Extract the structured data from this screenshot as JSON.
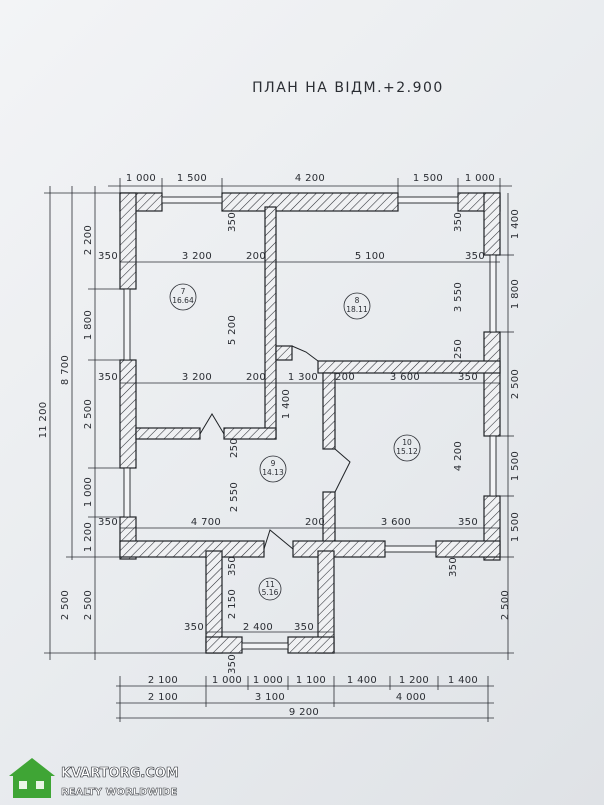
{
  "title": "ПЛАН НА ВІДМ.+2.900",
  "rooms": [
    {
      "number": "7",
      "area": "16.64"
    },
    {
      "number": "8",
      "area": "18.11"
    },
    {
      "number": "9",
      "area": "14.13"
    },
    {
      "number": "10",
      "area": "15.12"
    },
    {
      "number": "11",
      "area": "5.16"
    }
  ],
  "dims": {
    "top": [
      "1 000",
      "1 500",
      "4 200",
      "1 500",
      "1 000"
    ],
    "left_outer": "11 200",
    "left_mid": "8 700",
    "left_inner": [
      "2 200",
      "1 800",
      "2 500",
      "1 000",
      "1 200",
      "2 500"
    ],
    "left_bottom": "2 500",
    "right": [
      "1 400",
      "1 800",
      "2 500",
      "1 500",
      "1 500",
      "2 500"
    ],
    "bottom_row1": [
      "2 100",
      "1 000",
      "1 000",
      "1 100",
      "1 400",
      "1 200",
      "1 400"
    ],
    "bottom_row2": [
      "2 100",
      "3 100",
      "4 000"
    ],
    "bottom_total": "9 200",
    "inner": {
      "r1_left_wall": "350",
      "r1_width": "3 200",
      "r1_mid_wall": "200",
      "r1_right_width": "5 100",
      "r1_right_wall": "350",
      "r1_top_wall": "350",
      "room7_depth": "5 200",
      "room8_depth": "3 550",
      "room8_wall": "250",
      "r2_left_wall": "350",
      "r2_width": "3 200",
      "r2_mid_wall": "200",
      "r2_corr": "1 300",
      "r2_mid_wall2": "200",
      "r2_right_width": "3 600",
      "r2_right_wall": "350",
      "corr_depth": "1 400",
      "hall_wall": "250",
      "hall_depth": "2 550",
      "room10_depth": "4 200",
      "r3_left_wall": "350",
      "r3_width": "4 700",
      "r3_mid_wall": "200",
      "r3_right_width": "3 600",
      "r3_right_wall": "350",
      "r3_bottom_wall": "350",
      "porch_wall": "350",
      "porch_depth": "2 150",
      "porch_left_wall": "350",
      "porch_width": "2 400",
      "porch_right_wall": "350",
      "porch_bottom_wall": "350"
    }
  },
  "watermark": {
    "line1": "KVARTORG.COM",
    "line2": "REALTY WORLDWIDE"
  },
  "colors": {
    "paper": "#eceef1",
    "ink": "#2a2d33",
    "logo_green": "#3fa535"
  }
}
